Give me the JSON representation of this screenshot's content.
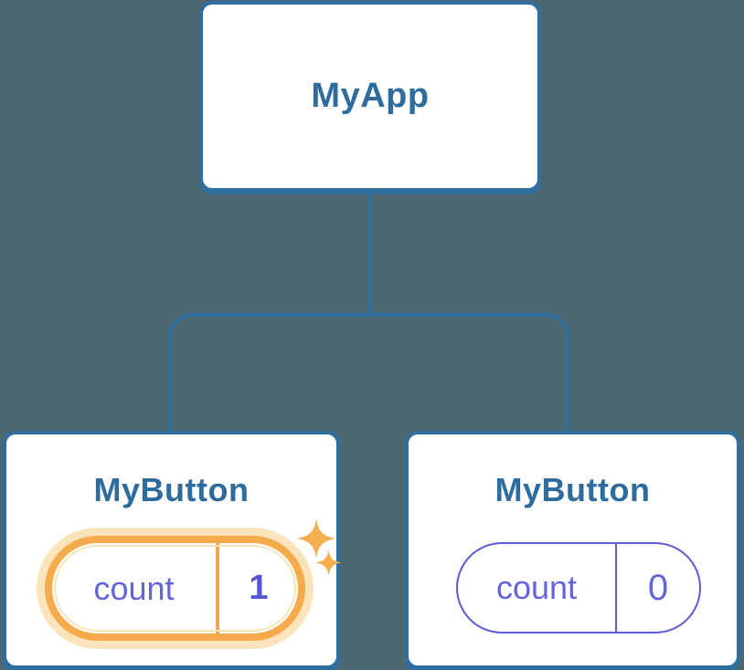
{
  "diagram": {
    "description": "component-tree",
    "root": {
      "title": "MyApp"
    },
    "children": [
      {
        "title": "MyButton",
        "highlighted": true,
        "state": {
          "label": "count",
          "value": "1"
        }
      },
      {
        "title": "MyButton",
        "highlighted": false,
        "state": {
          "label": "count",
          "value": "0"
        }
      }
    ]
  },
  "icons": {
    "sparkle_large": "four-point-star",
    "sparkle_small": "four-point-star"
  },
  "colors": {
    "background": "#4C6771",
    "card_border": "#2F6FA0",
    "card_bg": "#FFFFFF",
    "title_text": "#2D6C9D",
    "connector": "#2F6FA0",
    "indigo_border": "#5B5BD6",
    "indigo_text": "#6363DC",
    "indigo_value": "#5355D8",
    "highlight_orange": "#F5AA4B",
    "highlight_glow": "#FBE4BC",
    "divider_orange": "#F2A746",
    "sparkle": "#F4AD4F"
  }
}
